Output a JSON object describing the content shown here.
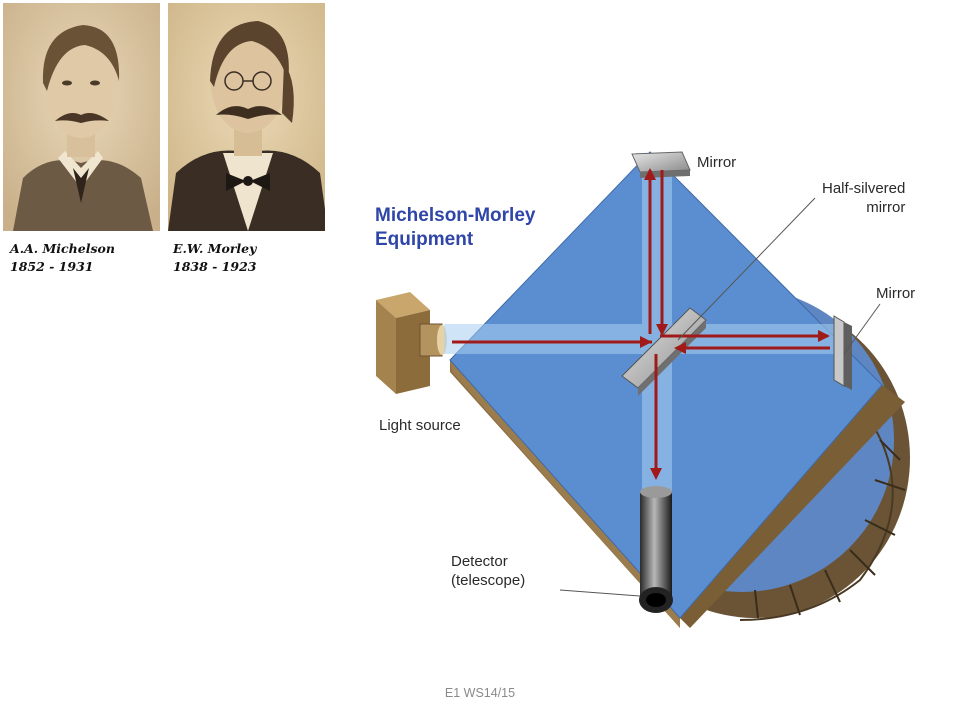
{
  "portraits": [
    {
      "name": "A.A. Michelson",
      "years": "1852 - 1931"
    },
    {
      "name": "E.W. Morley",
      "years": "1838 - 1923"
    }
  ],
  "diagram": {
    "title_line1": "Michelson-Morley",
    "title_line2": "Equipment",
    "labels": {
      "mirror_top": "Mirror",
      "half_silvered_line1": "Half-silvered",
      "half_silvered_line2": "mirror",
      "mirror_right": "Mirror",
      "light_source": "Light source",
      "detector_line1": "Detector",
      "detector_line2": "(telescope)"
    },
    "colors": {
      "table_blue": "#5b8ed0",
      "wood": "#8a6d42",
      "beam_red": "#a11a1a",
      "title_blue": "#2f46a8"
    }
  },
  "footer": "E1 WS14/15"
}
